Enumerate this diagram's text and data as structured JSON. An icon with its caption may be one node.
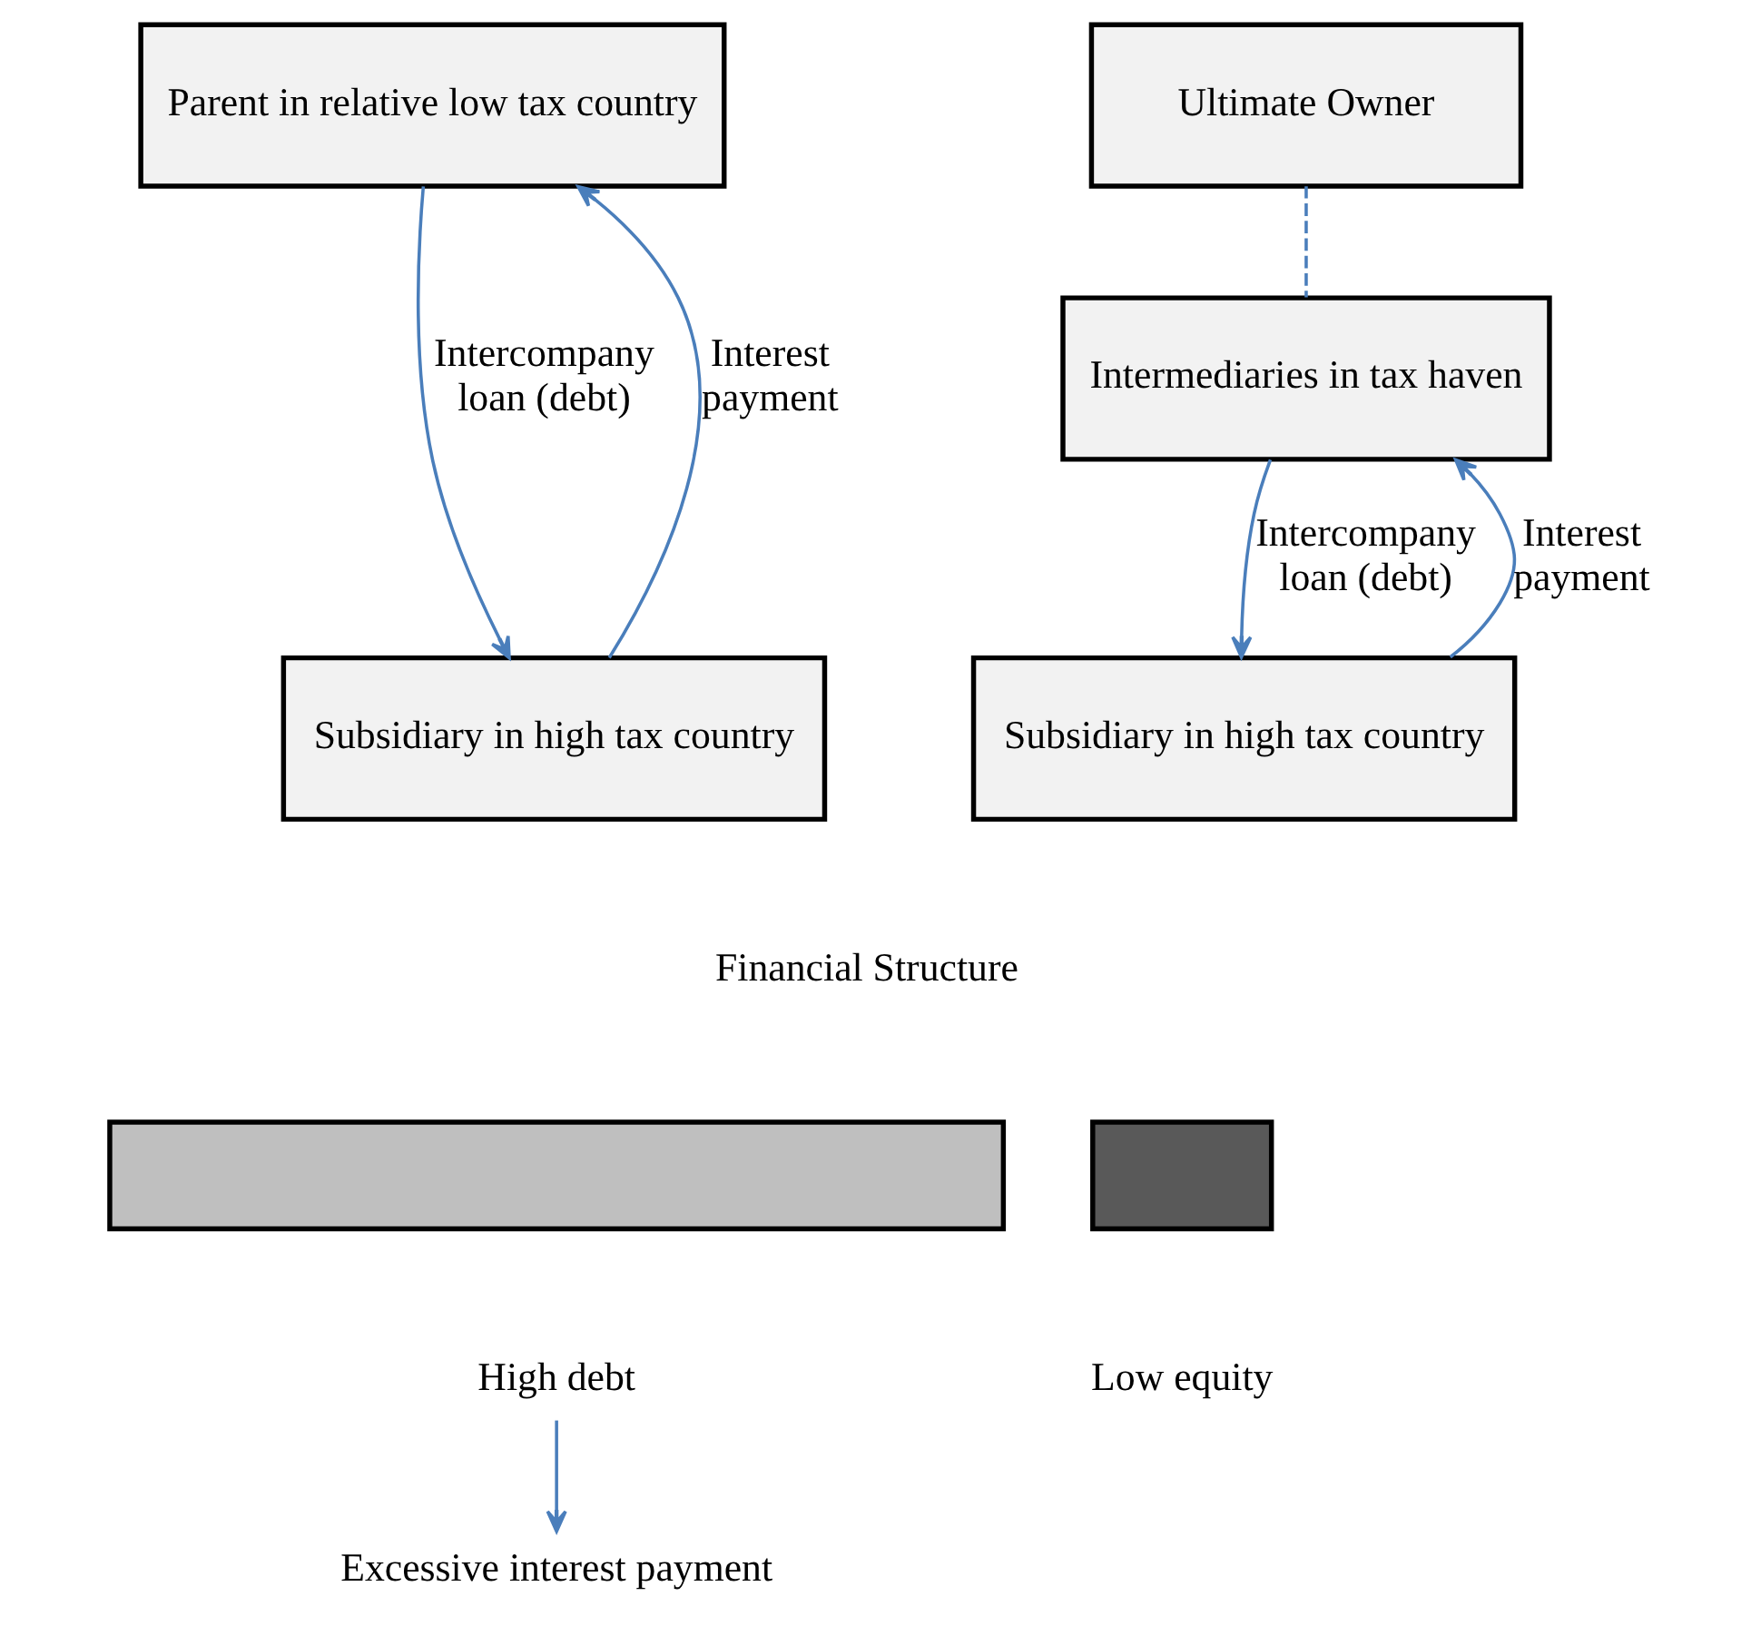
{
  "diagram": {
    "nodes": [
      {
        "text": [
          "Parent in relative low tax country"
        ]
      },
      {
        "text": [
          "Subsidiary in high tax country"
        ]
      },
      {
        "text": [
          "Ultimate Owner"
        ]
      },
      {
        "text": [
          "Intermediaries in tax haven"
        ]
      },
      {
        "text": [
          "Subsidiary in high tax country"
        ]
      },
      {
        "text": [],
        "shape": "bar"
      },
      {
        "text": [],
        "shape": "bar"
      },
      {
        "text": [
          "High debt"
        ]
      },
      {
        "text": [
          "Excessive interest payment"
        ]
      }
    ],
    "edges": [
      {
        "from": 1,
        "to": 0,
        "arrow": "to",
        "label": "Interest payment"
      },
      {
        "from": 0,
        "to": 1,
        "arrow": "to",
        "label": "Intercompany loan (debt)"
      },
      {
        "from": 2,
        "to": 3,
        "arrow": "none",
        "style": "dashed"
      },
      {
        "from": 4,
        "to": 3,
        "arrow": "to",
        "label": "Interest payment"
      },
      {
        "from": 3,
        "to": 4,
        "arrow": "to",
        "label": "Intercompany loan (debt)"
      },
      {
        "from": 7,
        "to": 8,
        "arrow": "to"
      }
    ],
    "labels": [
      "Financial Structure",
      "Low equity"
    ]
  }
}
